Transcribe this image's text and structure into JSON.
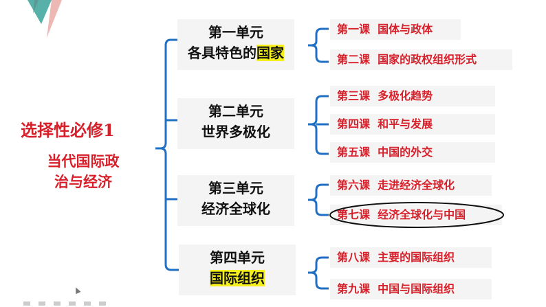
{
  "book": {
    "title": "选择性必修1",
    "subtitle_line1": "当代国际政",
    "subtitle_line2": "治与经济"
  },
  "units": [
    {
      "line1": "第一单元",
      "line2_plain": "各具特色的",
      "line2_highlight": "国家"
    },
    {
      "line1": "第二单元",
      "line2_plain": "世界多极化",
      "line2_highlight": ""
    },
    {
      "line1": "第三单元",
      "line2_plain": "经济全球化",
      "line2_highlight": ""
    },
    {
      "line1": "第四单元",
      "line2_plain": "",
      "line2_highlight": "国际组织"
    }
  ],
  "lessons": [
    "第一课  国体与政体",
    "第二课  国家的政权组织形式",
    "第三课  多极化趋势",
    "第四课  和平与发展",
    "第五课  中国的外交",
    "第六课  走进经济全球化",
    "第七课  经济全球化与中国",
    "第八课  主要的国际组织",
    "第九课  中国与国际组织"
  ],
  "circled_lesson": "第七课  经济全球化与中国",
  "colors": {
    "accent_red": "#d8202b",
    "bracket_blue": "#1f6fc4",
    "highlight_yellow": "#f6ef1e",
    "box_gray": "#f4f4f4"
  }
}
